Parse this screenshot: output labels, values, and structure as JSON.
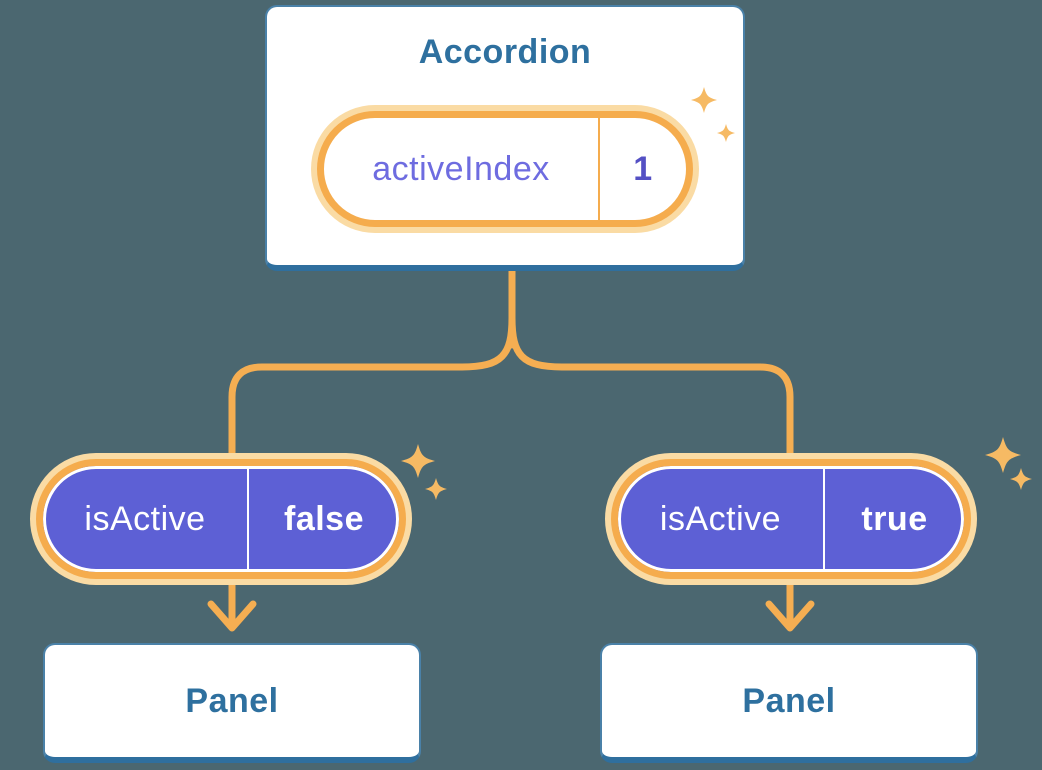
{
  "colors": {
    "bg": "#4B6770",
    "card-border": "#4A81A8",
    "card-bottom": "#2F6F9E",
    "blue-text": "#2E709F",
    "orange": "#F5AE52",
    "orange-border": "#F5AC4D",
    "glow": "#FADBA4",
    "purple": "#5D60D5",
    "purple-text": "#6E6CE0",
    "purple-value": "#5450C4",
    "sparkle": "#F6BA64"
  },
  "accordion": {
    "title": "Accordion",
    "state_label": "activeIndex",
    "state_value": "1"
  },
  "props": {
    "left": {
      "label": "isActive",
      "value": "false"
    },
    "right": {
      "label": "isActive",
      "value": "true"
    }
  },
  "panels": {
    "left": "Panel",
    "right": "Panel"
  }
}
